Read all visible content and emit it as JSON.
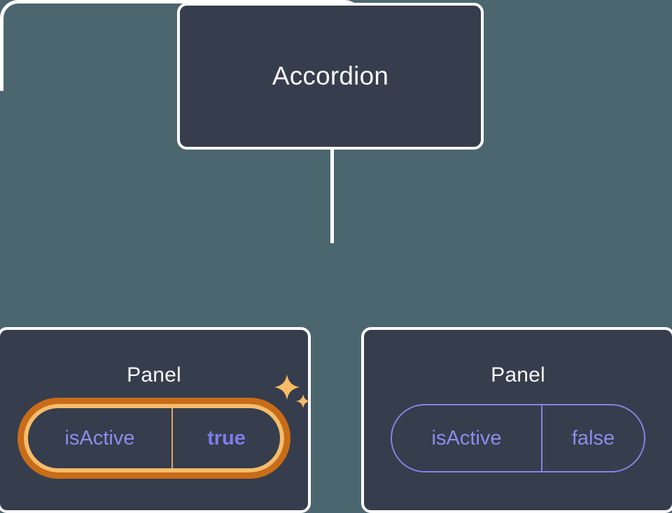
{
  "diagram": {
    "type": "component-tree",
    "background_color": "#4c666f",
    "node_fill_color": "#363d4c",
    "node_border_color": "#ffffff",
    "edge_color": "#ffffff",
    "accent_highlight_color": "#f7bc6b",
    "accent_highlight_outer_color": "#c96c18",
    "prop_text_color": "#8a8deb",
    "root": {
      "title": "Accordion"
    },
    "children": [
      {
        "title": "Panel",
        "highlighted": true,
        "prop": {
          "key": "isActive",
          "value": "true"
        },
        "sparkle_icon": "sparkles-icon"
      },
      {
        "title": "Panel",
        "highlighted": false,
        "prop": {
          "key": "isActive",
          "value": "false"
        }
      }
    ]
  }
}
